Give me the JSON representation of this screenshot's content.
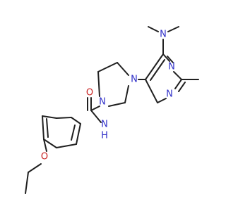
{
  "atoms": {
    "n_amine": "N",
    "n_pyr_top": "N",
    "n_pyr_bottom": "N",
    "n_pip_right": "N",
    "n_pip_left": "N",
    "o_carbonyl": "O",
    "nh_amide": "N",
    "h_amide": "H",
    "o_ether": "O"
  },
  "colors": {
    "bond": "#202020",
    "nitrogen": "#3030c8",
    "oxygen": "#c82020",
    "background": "#ffffff"
  }
}
